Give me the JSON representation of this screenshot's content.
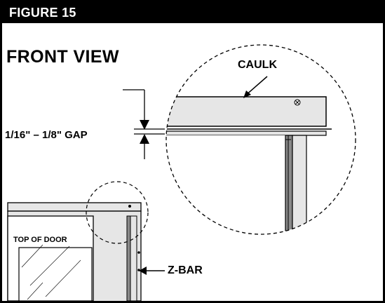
{
  "figure": {
    "number_label": "FIGURE 15",
    "view_title": "FRONT VIEW"
  },
  "callouts": {
    "caulk": "CAULK",
    "gap": "1/16\" – 1/8\" GAP",
    "top_of_door": "TOP OF DOOR",
    "z_bar": "Z-BAR"
  },
  "colors": {
    "frame_fill": "#e6e6e6",
    "frame_dark": "#8a8a8a",
    "outline": "#000000",
    "background": "#ffffff"
  }
}
